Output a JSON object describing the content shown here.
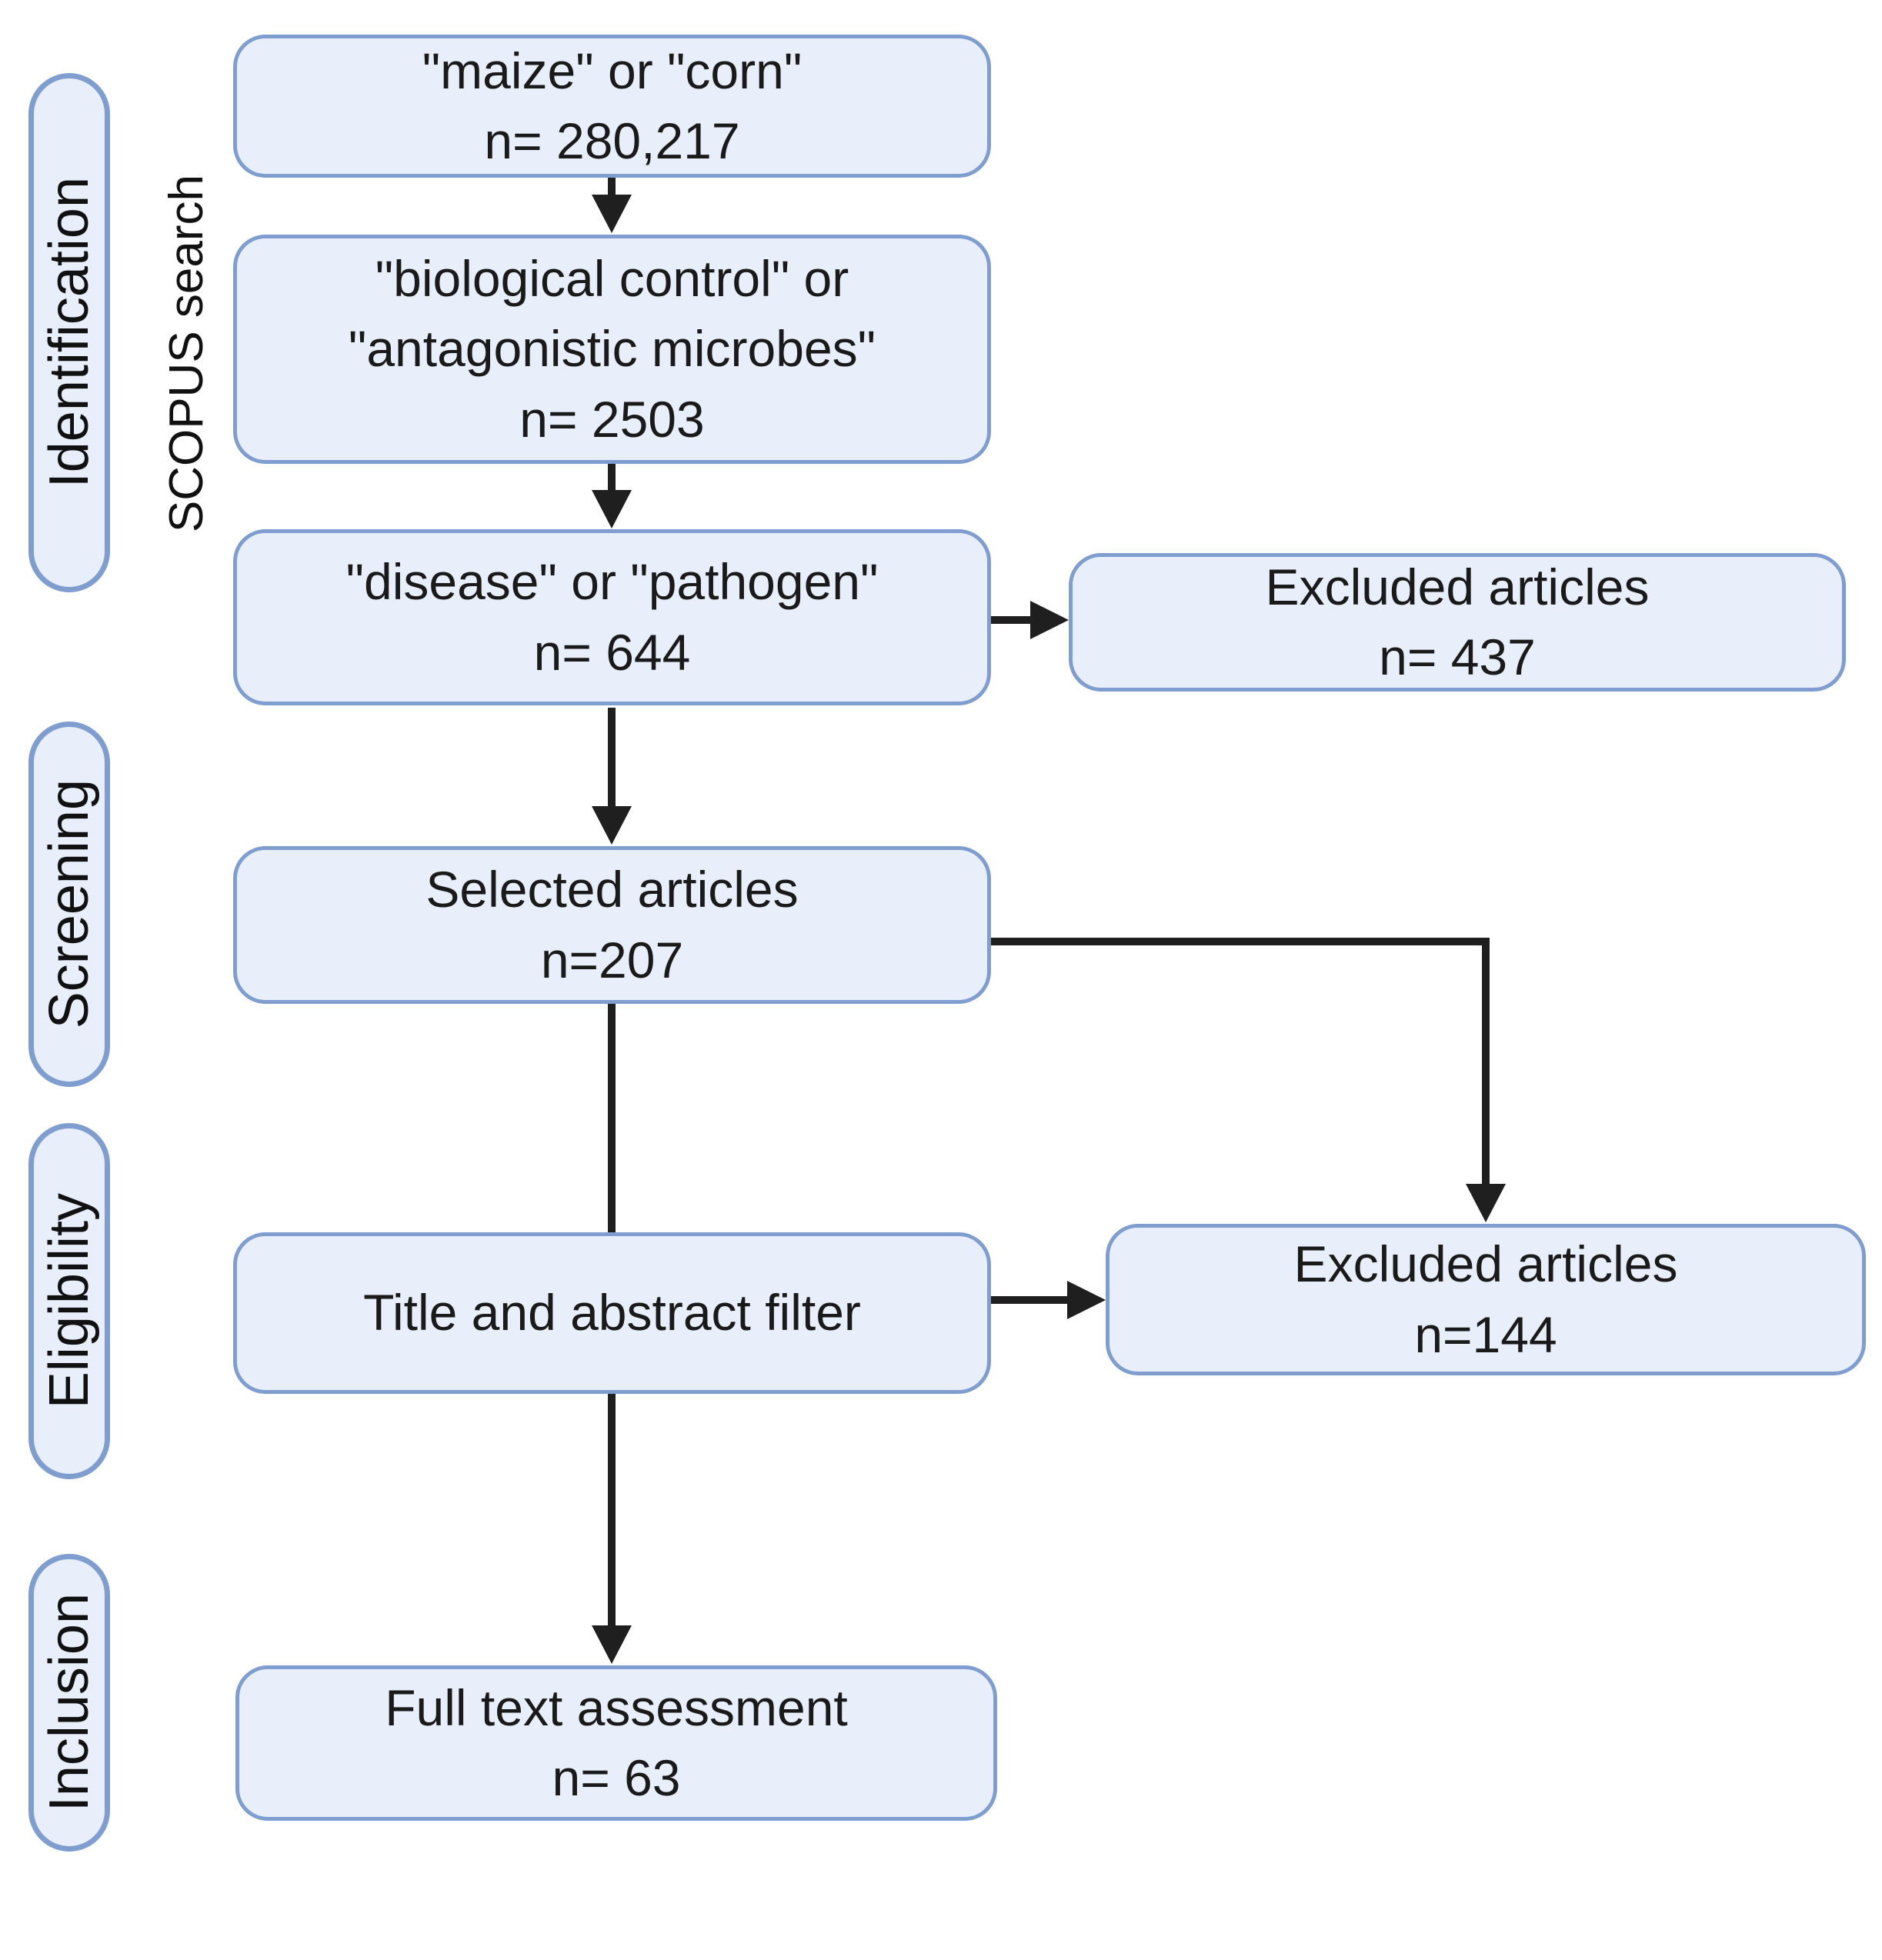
{
  "diagram": {
    "stages": [
      {
        "label": "Identification"
      },
      {
        "label": "Screening"
      },
      {
        "label": "Eligibility"
      },
      {
        "label": "Inclusion"
      }
    ],
    "annotation": {
      "label": "SCOPUS search"
    },
    "boxes": {
      "maize": {
        "line1": "\"maize\" or \"corn\"",
        "line2": "n= 280,217"
      },
      "biocontrol": {
        "line1": "\"biological control\" or",
        "line2": "\"antagonistic microbes\"",
        "line3": "n= 2503"
      },
      "disease": {
        "line1": "\"disease\" or \"pathogen\"",
        "line2": "n= 644"
      },
      "excluded437": {
        "line1": "Excluded articles",
        "line2": "n= 437"
      },
      "selected": {
        "line1": "Selected articles",
        "line2": "n=207"
      },
      "title_abstract": {
        "line1": "Title and abstract filter"
      },
      "excluded144": {
        "line1": "Excluded articles",
        "line2": "n=144"
      },
      "fulltext": {
        "line1": "Full text assessment",
        "line2": "n= 63"
      }
    },
    "colors": {
      "box_fill": "#e8effa",
      "box_border": "#7f9ecf",
      "arrow": "#1f1f1f",
      "text": "#1a1a1a"
    }
  }
}
